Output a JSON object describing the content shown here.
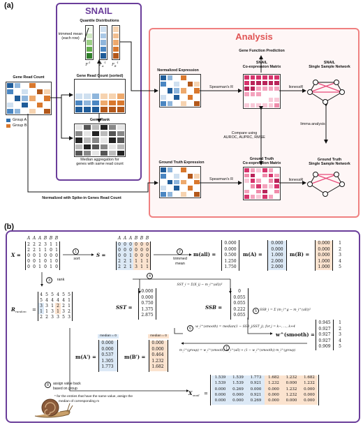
{
  "panel_a": {
    "label": "(a)",
    "snail_title": "SNAIL",
    "analysis_title": "Analysis",
    "quantile_distributions": "Quantile Distributions",
    "trimmed_mean_line1": "trimmed mean",
    "trimmed_mean_line2": "(each row)",
    "f_labels": [
      "F",
      "F",
      "F"
    ],
    "f_sup": [
      "-1",
      "-1",
      "-1"
    ],
    "f_sub": [
      "",
      "A",
      "B"
    ],
    "gene_read_count": "Gene Read Count",
    "gene_read_count_sorted": "Gene Read Count (sorted)",
    "gene_rank": "Gene Rank",
    "median_agg_line1": "Median aggregation for",
    "median_agg_line2": "genes with same read count",
    "group_a": "Group A",
    "group_b": "Group B",
    "normalized_expression": "Normalized Expression",
    "spearman_1": "Spearman's R",
    "spearman_2": "Spearman's R",
    "gene_function_prediction": "Gene Function Prediction",
    "snail_coexp_line1": "SNAIL",
    "snail_coexp_line2": "Co-expression Matrix",
    "snail_ssn_line1": "SNAIL",
    "snail_ssn_line2": "Single Sample Network",
    "lionessr_1": "lionessR",
    "lionessr_2": "lionessR",
    "compare_line1": "Compare using",
    "compare_line2": "AUROC, AUPRC, RMSE",
    "limma": "limma analysis",
    "gt_expression": "Ground Truth Expression",
    "gt_coexp_line1": "Ground Truth",
    "gt_coexp_line2": "Co-expression Matrix",
    "gt_ssn_line1": "Ground Truth",
    "gt_ssn_line2": "Single Sample Network",
    "spike_in": "Normalized with Spike-in Genes Read Count",
    "colors": {
      "blue": "#2f6fad",
      "orange": "#d9782d",
      "purple": "#6a3d9a",
      "pink": "#f08080",
      "magenta": "#d6336c"
    }
  },
  "panel_b": {
    "label": "(b)",
    "col_headers": [
      "A",
      "A",
      "A",
      "B",
      "B",
      "B"
    ],
    "X_label": "X =",
    "X": [
      [
        "2",
        "2",
        "2",
        "3",
        "1",
        "1"
      ],
      [
        "2",
        "2",
        "1",
        "1",
        "0",
        "1"
      ],
      [
        "0",
        "0",
        "1",
        "0",
        "0",
        "0"
      ],
      [
        "0",
        "0",
        "1",
        "0",
        "1",
        "0"
      ],
      [
        "0",
        "0",
        "1",
        "0",
        "1",
        "0"
      ]
    ],
    "step1": "1",
    "sort": "sort",
    "S_label": "S =",
    "S": [
      [
        "0",
        "0",
        "0",
        "0",
        "0",
        "0"
      ],
      [
        "0",
        "0",
        "0",
        "0",
        "0",
        "0"
      ],
      [
        "0",
        "0",
        "1",
        "0",
        "0",
        "0"
      ],
      [
        "2",
        "2",
        "1",
        "1",
        "1",
        "1"
      ],
      [
        "2",
        "2",
        "1",
        "3",
        "1",
        "1"
      ]
    ],
    "step2": "2",
    "trimmed": "trimmed",
    "mean": "mean",
    "m_all_label": "m(all) =",
    "m_all": [
      "0.000",
      "0.000",
      "0.500",
      "1.250",
      "1.750"
    ],
    "m_A_label": "m(A) =",
    "m_A": [
      "0.000",
      "0.000",
      "1.000",
      "2.000",
      "2.000"
    ],
    "m_B_label": "m(B) =",
    "m_B": [
      "0.000",
      "0.000",
      "0.000",
      "1.000",
      "1.000"
    ],
    "row_idx": [
      "1",
      "2",
      "3",
      "4",
      "5"
    ],
    "step3": "3",
    "rank": "rank",
    "step4": "4",
    "R_label": "R_random =",
    "R": [
      [
        "4",
        "5",
        "5",
        "4",
        "5",
        "5"
      ],
      [
        "5",
        "4",
        "4",
        "4",
        "4",
        "1"
      ],
      [
        "3",
        "3",
        "1",
        "2",
        "2",
        "1"
      ],
      [
        "1",
        "1",
        "3",
        "1",
        "3",
        "2"
      ],
      [
        "2",
        "2",
        "3",
        "3",
        "5",
        "3"
      ]
    ],
    "SST_label": "SST =",
    "SST": [
      "0.000",
      "0.000",
      "0.750",
      "1.375",
      "2.875"
    ],
    "SST_formula": "SST_i = Σ(X_ij − m_i^(all))²",
    "SSB_label": "SSB =",
    "SSB": [
      "0",
      "0.055",
      "0.055",
      "0.222",
      "0.055"
    ],
    "step5": "5",
    "SSB_formula": "SSB_i = Σ (m_i^g − m_i^(all))²",
    "step6": "6",
    "w_formula": "w_i^(smooth) = median(1 − SSB_j/SST_j), for j = k−, ..., k+4",
    "w_label": "w^(smooth) =",
    "w": [
      "0.945",
      "0.927",
      "0.927",
      "0.927",
      "0.909"
    ],
    "step7": "7",
    "m_smooth_formula": "m_i^(group) = w_i^(smooth) m_i^(all) + (1 − w_i^(smooth)) m_i^(group)",
    "median_zero_1": "median = 0",
    "median_zero_2": "median = 0",
    "mA2_label": "m(A') =",
    "mA2": [
      "0.000",
      "0.000",
      "0.537",
      "1.305",
      "1.773"
    ],
    "mB2_label": "m(B') =",
    "mB2": [
      "0.000",
      "0.000",
      "0.464",
      "1.232",
      "1.682"
    ],
    "step8": "8",
    "assign_line1": "assign value back",
    "assign_line2": "based on group",
    "footnote_line1": "* for the entries that have the same value, assign the",
    "footnote_line2": "median of corresponding m",
    "X_snail_label": "X_snail =",
    "X_snail": [
      [
        "1.539",
        "1.539",
        "1.773",
        "1.682",
        "1.232",
        "1.682"
      ],
      [
        "1.539",
        "1.539",
        "0.921",
        "1.232",
        "0.000",
        "1.232"
      ],
      [
        "0.000",
        "0.269",
        "0.000",
        "0.000",
        "1.232",
        "0.000"
      ],
      [
        "0.000",
        "0.000",
        "0.921",
        "0.000",
        "1.232",
        "0.000"
      ],
      [
        "0.000",
        "0.000",
        "0.269",
        "0.000",
        "0.000",
        "0.000"
      ]
    ]
  }
}
